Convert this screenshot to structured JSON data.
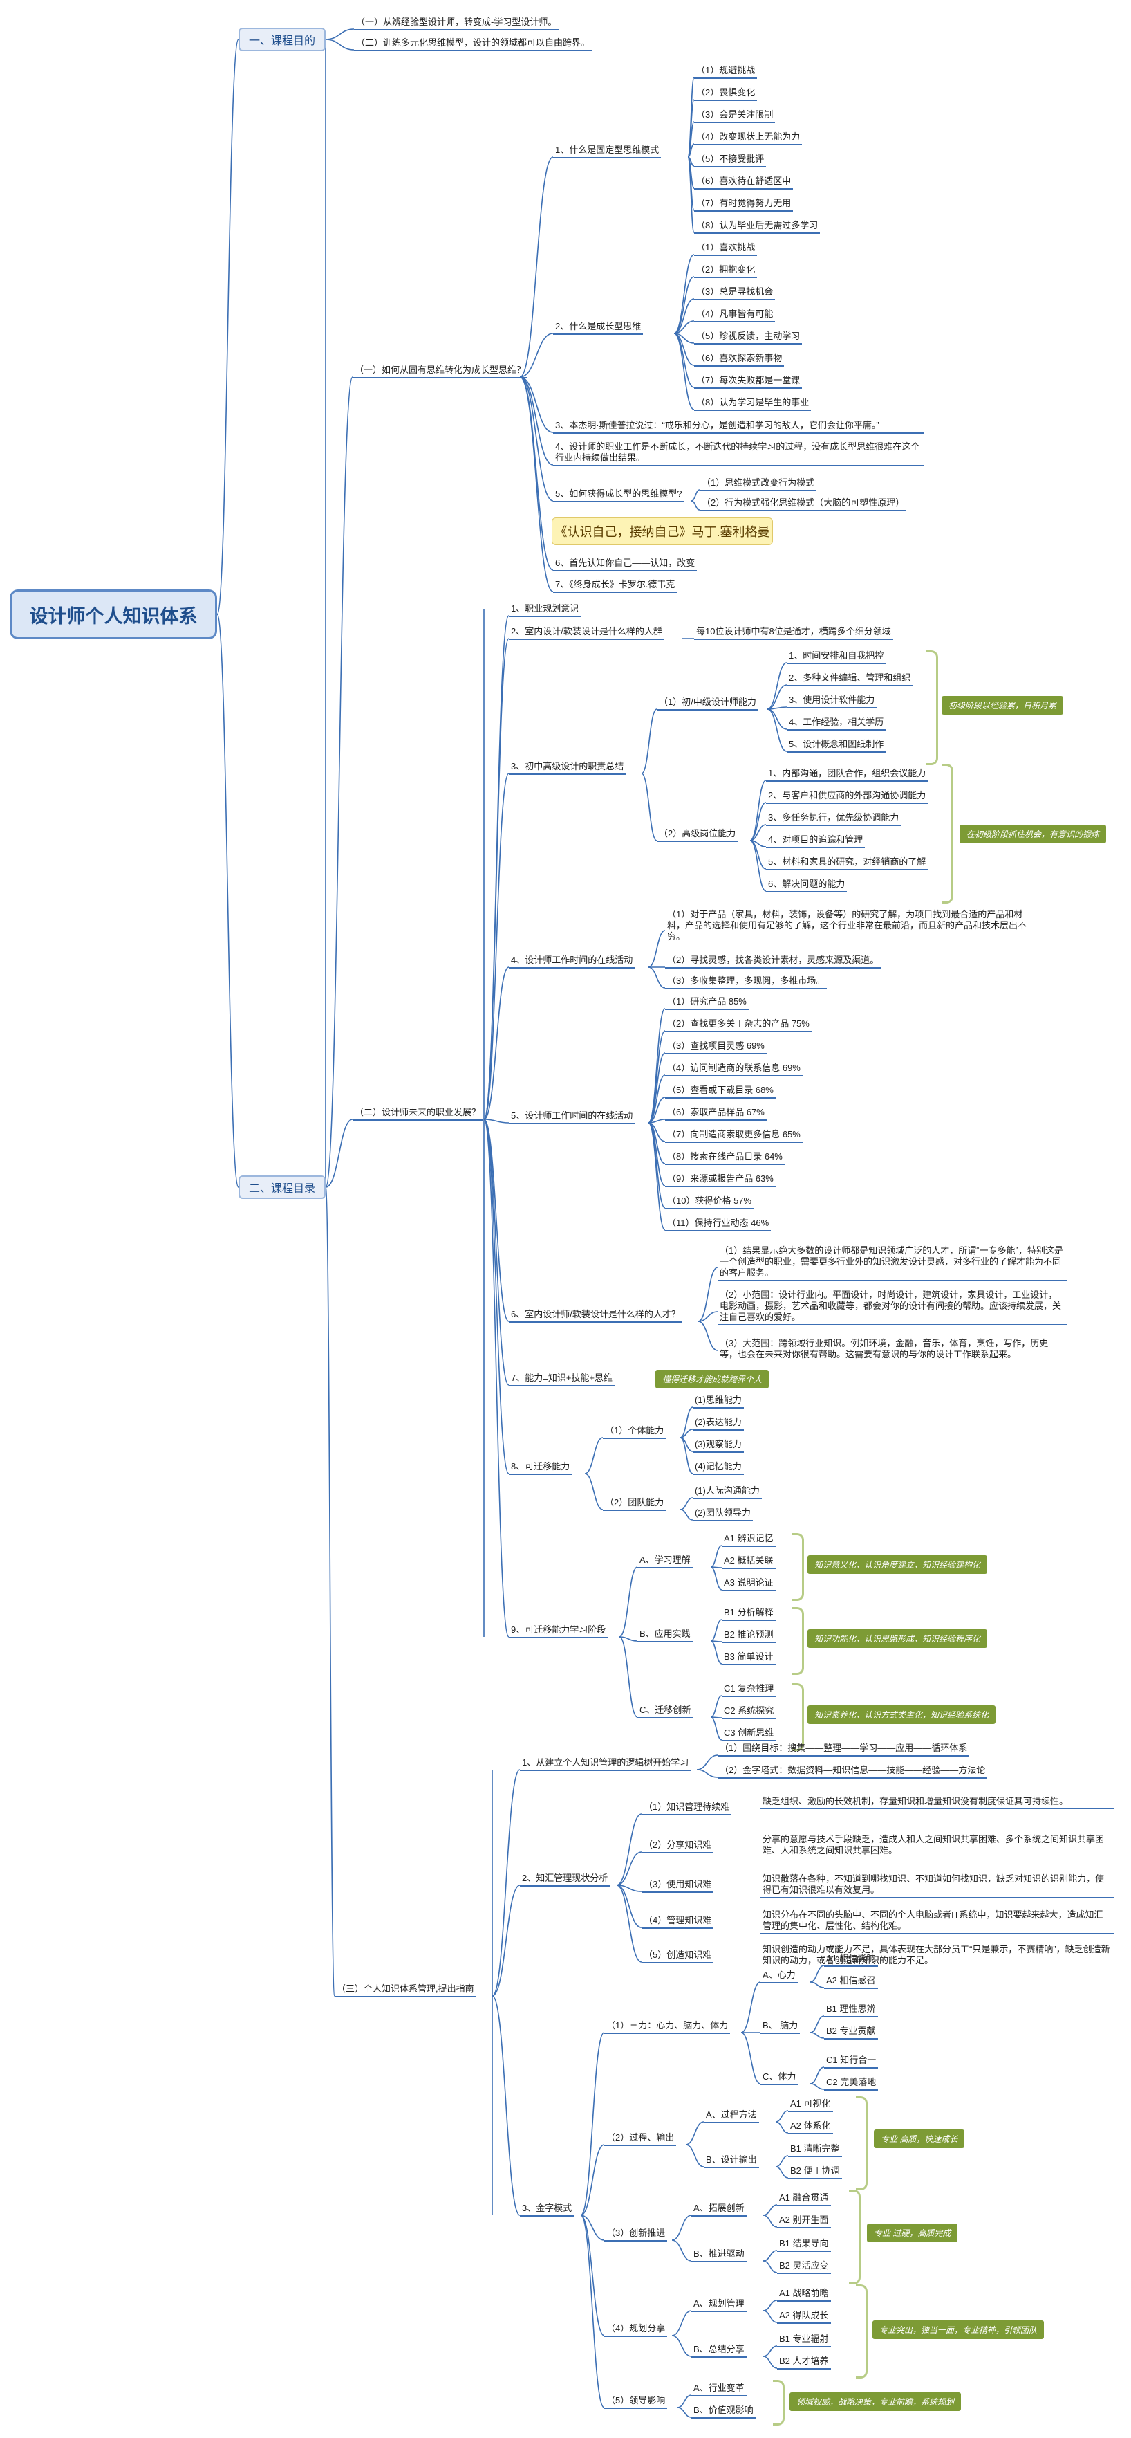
{
  "root": "设计师个人知识体系",
  "sections": {
    "s1": "一、课程目的",
    "s2": "二、课程目录"
  },
  "purpose": [
    "（一）从辨经验型设计师，转变成-学习型设计师。",
    "（二）训练多元化思维模型，设计的领域都可以自由跨界。"
  ],
  "part1": {
    "title": "（一）如何从固有思维转化为成长型思维？",
    "q1": "1、什么是固定型思维模式",
    "fixed": [
      "（1）规避挑战",
      "（2）畏惧变化",
      "（3）会是关注限制",
      "（4）改变现状上无能为力",
      "（5）不接受批评",
      "（6）喜欢待在舒适区中",
      "（7）有时觉得努力无用",
      "（8）认为毕业后无需过多学习"
    ],
    "q2": "2、什么是成长型思维",
    "growth": [
      "（1）喜欢挑战",
      "（2）拥抱变化",
      "（3）总是寻找机会",
      "（4）凡事皆有可能",
      "（5）珍视反馈，主动学习",
      "（6）喜欢探索新事物",
      "（7）每次失败都是一堂课",
      "（8）认为学习是毕生的事业"
    ],
    "q3": "3、本杰明·斯佳普拉说过：“戒乐和分心，是创造和学习的敌人，它们会让你平庸。”",
    "q4": "4、设计师的职业工作是不断成长，不断迭代的持续学习的过程，没有成长型思维很难在这个行业内持续做出结果。",
    "q5": "5、如何获得成长型的思维模型?",
    "q5sub": [
      "（1）思维模式改变行为模式",
      "（2）行为模式强化思维模式（大脑的可塑性原理）"
    ],
    "callout": "《认识自己，接纳自己》马丁.塞利格曼",
    "q6": "6、首先认知你自己——认知，改变",
    "q7": "7、《终身成长》卡罗尔.德韦克"
  },
  "part2": {
    "title": "（二）设计师未来的职业发展？",
    "p1": "1、职业规划意识",
    "p2": "2、室内设计/软装设计是什么样的人群",
    "p2a": "每10位设计师中有8位是通才，横跨多个细分领域",
    "p3": "3、初中高级设计的职责总结",
    "junior": "（1）初/中级设计师能力",
    "juniorItems": [
      "1、时间安排和自我把控",
      "2、多种文件编辑、管理和组织",
      "3、使用设计软件能力",
      "4、工作经验，相关学历",
      "5、设计概念和图纸制作"
    ],
    "juniorTag": "初级阶段以经验累，日积月累",
    "senior": "（2）高级岗位能力",
    "seniorItems": [
      "1、内部沟通，团队合作，组织会议能力",
      "2、与客户和供应商的外部沟通协调能力",
      "3、多任务执行，优先级协调能力",
      "4、对项目的追踪和管理",
      "5、材料和家具的研究，对经销商的了解",
      "6、解决问题的能力"
    ],
    "seniorTag": "在初级阶段抓住机会，有意识的锻炼",
    "p4": "4、设计师工作时间的在线活动",
    "p4items": [
      "（1）对于产品（家具，材料，装饰，设备等）的研究了解，为项目找到最合适的产品和材料，产品的选择和使用有足够的了解，这个行业非常在最前沿，而且新的产品和技术层出不穷。",
      "（2）寻找灵感，找各类设计素材，灵感来源及渠道。",
      "（3）多收集整理，多现阅，多推市场。"
    ],
    "p5": "5、设计师工作时间的在线活动",
    "p5items": [
      "（1）研究产品 85%",
      "（2）查找更多关于杂志的产品 75%",
      "（3）查找项目灵感 69%",
      "（4）访问制造商的联系信息 69%",
      "（5）查看或下载目录 68%",
      "（6）索取产品样品 67%",
      "（7）向制造商索取更多信息 65%",
      "（8）搜索在线产品目录 64%",
      "（9）来源或报告产品 63%",
      "（10）获得价格 57%",
      "（11）保持行业动态 46%"
    ],
    "p6": "6、室内设计师/软装设计是什么样的人才？",
    "p6items": [
      "（1）结果显示绝大多数的设计师都是知识领域广泛的人才，所谓“一专多能”，特别这是一个创造型的职业，需要更多行业外的知识激发设计灵感，对多行业的了解才能为不同的客户服务。",
      "（2）小范围：设计行业内。平面设计，时尚设计，建筑设计，家具设计，工业设计，电影动画，摄影，艺术品和收藏等，都会对你的设计有间接的帮助。应该持续发展，关注自己喜欢的爱好。",
      "（3）大范围：跨领域行业知识。例如环境，金融，音乐，体育，烹饪，写作，历史等，也会在未来对你很有帮助。这需要有意识的与你的设计工作联系起来。"
    ],
    "p7": "7、能力=知识+技能+思维",
    "p7tag": "懂得迁移才能成就跨界个人",
    "p8": "8、可迁移能力",
    "p8a": "（1）个体能力",
    "p8aItems": [
      "(1)思维能力",
      "(2)表达能力",
      "(3)观察能力",
      "(4)记忆能力"
    ],
    "p8b": "（2）团队能力",
    "p8bItems": [
      "(1)人际沟通能力",
      "(2)团队领导力"
    ],
    "p9": "9、可迁移能力学习阶段",
    "p9a": "A、学习理解",
    "p9aItems": [
      "A1 辨识记忆",
      "A2 概括关联",
      "A3 说明论证"
    ],
    "p9aTag": "知识意义化，认识角度建立，知识经验建构化",
    "p9b": "B、应用实践",
    "p9bItems": [
      "B1 分析解释",
      "B2 推论预测",
      "B3 简单设计"
    ],
    "p9bTag": "知识功能化，认识思路形成，知识经验程序化",
    "p9c": "C、迁移创新",
    "p9cItems": [
      "C1 复杂推理",
      "C2 系统探究",
      "C3 创新思维"
    ],
    "p9cTag": "知识素养化，认识方式类主化，知识经验系统化"
  },
  "part3": {
    "title": "（三）个人知识体系管理,提出指南",
    "t1": "1、从建立个人知识管理的逻辑树开始学习",
    "t1items": [
      "（1）围绕目标：搜集——整理——学习——应用——循环体系",
      "（2）金字塔式：数据资料—知识信息——技能——经验——方法论"
    ],
    "t2": "2、知汇管理现状分析",
    "t2labels": [
      "（1）知识管理待续难",
      "（2）分享知识难",
      "（3）使用知识难",
      "（4）管理知识难",
      "（5）创造知识难"
    ],
    "t2desc": [
      "缺乏组织、激励的长效机制，存量知识和增量知识没有制度保证其可持续性。",
      "分享的意愿与技术手段缺乏，造成人和人之间知识共享困难、多个系统之间知识共享困难、人和系统之间知识共享困难。",
      "知识散落在各种，不知道到哪找知识、不知道如何找知识，缺乏对知识的识别能力，使得已有知识很难以有效复用。",
      "知识分布在不同的头脑中、不同的个人电脑或者IT系统中，知识要越来越大，造成知汇管理的集中化、层性化、结构化难。",
      "知识创造的动力或能力不足，具体表现在大部分员工“只是兼示，不赛精吶”，缺乏创造新知识的动力，或者创造新知识的能力不足。"
    ],
    "t3": "3、金字模式",
    "g1": "（1）三力：心力、脑力、体力",
    "g1a": "A、心力",
    "g1aItems": [
      "A1 相信影响",
      "A2 相信感召"
    ],
    "g1b": "B、 脑力",
    "g1bItems": [
      "B1 理性思辨",
      "B2 专业贡献"
    ],
    "g1c": "C、体力",
    "g1cItems": [
      "C1 知行合一",
      "C2 完美落地"
    ],
    "g2": "（2）过程、输出",
    "g2a": "A、过程方法",
    "g2aItems": [
      "A1 可视化",
      "A2 体系化"
    ],
    "g2b": "B、设计输出",
    "g2bItems": [
      "B1 清晰完整",
      "B2 便于协调"
    ],
    "g2tag": "专业 高质，快速成长",
    "g3": "（3）创新推进",
    "g3a": "A、拓展创新",
    "g3aItems": [
      "A1 融合贯通",
      "A2 别开生面"
    ],
    "g3b": "B、推进驱动",
    "g3bItems": [
      "B1 结果导向",
      "B2 灵活应变"
    ],
    "g3tag": "专业 过硬，高质完成",
    "g4": "（4）规划分享",
    "g4a": "A、规划管理",
    "g4aItems": [
      "A1 战略前瞻",
      "A2 得队成长"
    ],
    "g4b": "B、总结分享",
    "g4bItems": [
      "B1 专业辐射",
      "B2 人才培养"
    ],
    "g4tag": "专业突出，独当一面，专业精神，引领团队",
    "g5": "（5）领导影响",
    "g5Items": [
      "A、行业变革",
      "B、价值观影响"
    ],
    "g5tag": "领域权威，战略决策，专业前瞻，系统规划"
  }
}
